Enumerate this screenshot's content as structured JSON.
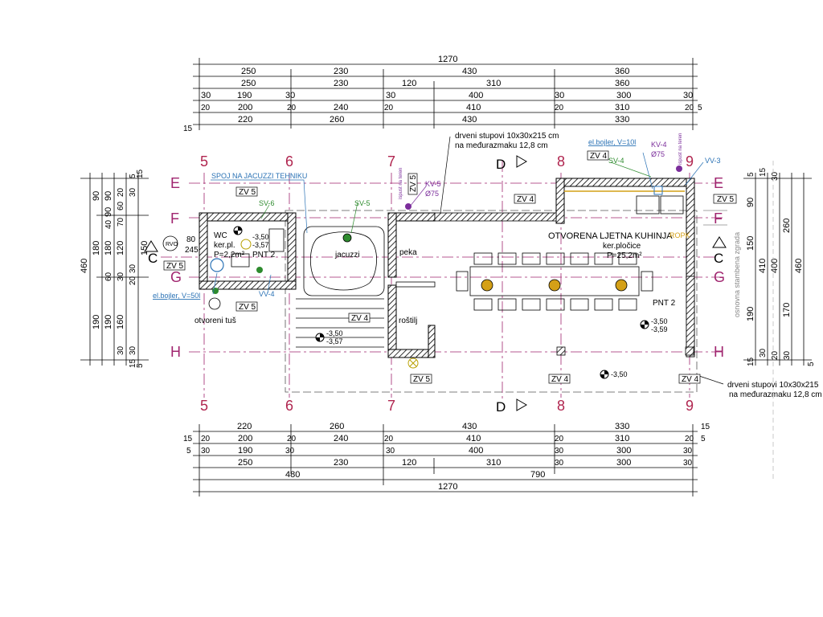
{
  "dims_top": {
    "total": "1270",
    "row1": [
      "250",
      "230",
      "430",
      "360"
    ],
    "row2": [
      "250",
      "230",
      "120",
      "310",
      "360"
    ],
    "row3": [
      "30",
      "190",
      "30",
      "30",
      "400",
      "30",
      "300",
      "30"
    ],
    "row4": [
      "20",
      "200",
      "20",
      "240",
      "20",
      "410",
      "20",
      "310",
      "20",
      "5"
    ],
    "row5_left": "15",
    "row5": [
      "220",
      "260",
      "430",
      "330"
    ]
  },
  "dims_bottom": {
    "row1": [
      "220",
      "260",
      "430",
      "330"
    ],
    "row1_right": "15",
    "row2_left": "15",
    "row2": [
      "20",
      "200",
      "20",
      "240",
      "20",
      "410",
      "20",
      "310",
      "20"
    ],
    "row2_right": "5",
    "row3_left": "5",
    "row3": [
      "30",
      "190",
      "30",
      "30",
      "400",
      "30",
      "300",
      "30"
    ],
    "row4": [
      "250",
      "230",
      "120",
      "310",
      "30",
      "300",
      "30"
    ],
    "row5": [
      "480",
      "790"
    ],
    "total": "1270"
  },
  "dims_left": {
    "total": "460",
    "outer": [
      "90",
      "180",
      "190"
    ],
    "mid": [
      "90",
      "90",
      "40",
      "180",
      "60",
      "190"
    ],
    "inner": [
      "20",
      "60",
      "70",
      "120",
      "30",
      "160",
      "30"
    ],
    "fine": [
      "5",
      "15",
      "30",
      "30",
      "20",
      "30",
      "15",
      "5"
    ],
    "extra": [
      "150",
      "80",
      "245"
    ]
  },
  "dims_right": {
    "total": "460",
    "col1": [
      "90",
      "150",
      "190"
    ],
    "col2": [
      "260",
      "410",
      "170"
    ],
    "col3": [
      "400"
    ],
    "fine": [
      "5",
      "15",
      "30",
      "30",
      "20",
      "30",
      "15",
      "5"
    ]
  },
  "axes": {
    "cols": [
      "5",
      "6",
      "7",
      "8",
      "9"
    ],
    "rows": [
      "E",
      "F",
      "C",
      "G",
      "H"
    ]
  },
  "section_marks": [
    "C",
    "C",
    "D",
    "D"
  ],
  "labels": {
    "timber_posts_top": "drveni stupovi 10x30x215 cm",
    "timber_posts_top_2": "na međurazmaku 12,8 cm",
    "timber_posts_right": "drveni stupovi 10x30x215",
    "timber_posts_right_2": "na međurazmaku 12,8 cm",
    "jacuzzi_link": "SPOJ NA JACUZZI TEHNIKU",
    "kitchen_title": "OTVORENA LJETNA KUHINJA",
    "kitchen_floor": "ker.pločice",
    "kitchen_area": "P=25,2m²",
    "wc": "WC",
    "wc_floor": "ker.pl.",
    "wc_area": "P=2,2m²",
    "jacuzzi": "jacuzzi",
    "peka": "peka",
    "rostilj": "roštilj",
    "open_shower": "otvoreni tuš",
    "boiler_left": "el.bojler, V=50l",
    "boiler_right": "el.bojler, V=10l",
    "main_building": "osnovna stambena zgrada",
    "pnt2_a": "PNT 2",
    "pnt2_b": "PNT 2",
    "ropk": "ROPK",
    "sv6": "SV-6",
    "sv5": "SV-5",
    "sv4": "SV-4",
    "vv4": "VV-4",
    "vv3": "VV-3",
    "kv5": "KV-5",
    "kv5_d": "Ø75",
    "kv4": "KV-4",
    "kv4_d": "Ø75",
    "ispust1": "ispust na teren",
    "ispust2": "ispust na teren",
    "rvo": "RVO",
    "zv5": "ZV 5",
    "zv4": "ZV 4",
    "lvl_wc_1": "-3,50",
    "lvl_wc_2": "-3,57",
    "lvl_jac_1": "-3,50",
    "lvl_jac_2": "-3,57",
    "lvl_k_1": "-3,50",
    "lvl_k_2": "-3,59",
    "lvl_out": "-3,50"
  },
  "colors": {
    "axis": "#b0254f",
    "green": "#2e8b2e",
    "blue": "#2a72b5",
    "purple": "#7b2d9b"
  }
}
